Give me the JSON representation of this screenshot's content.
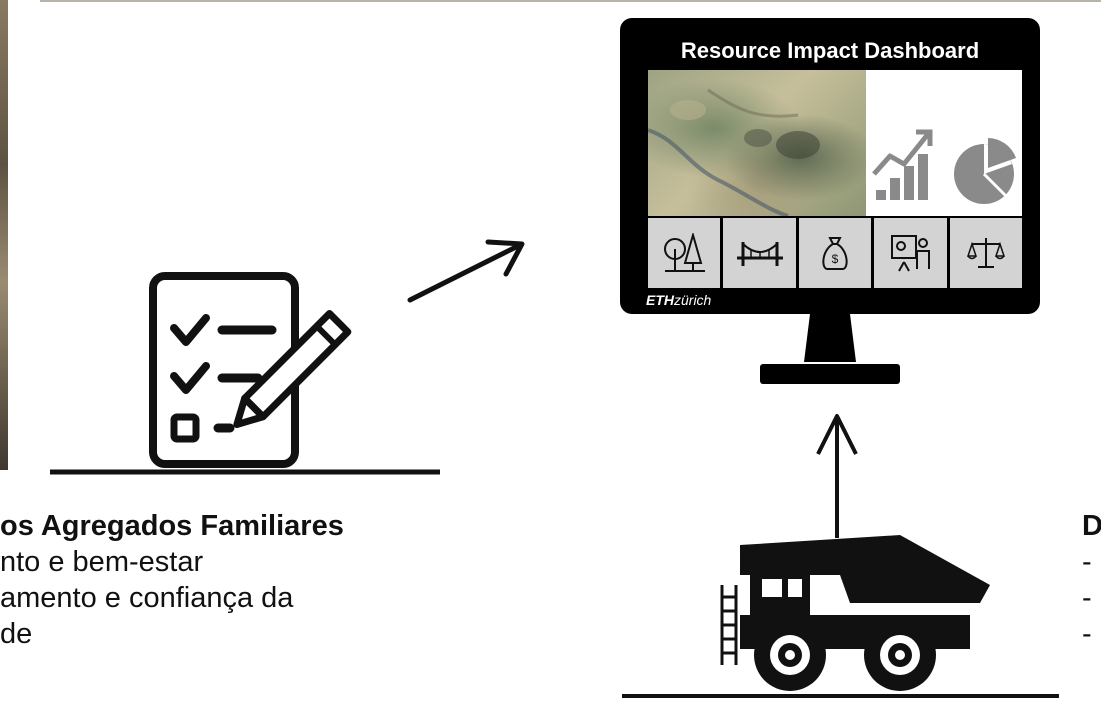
{
  "dashboard": {
    "title": "Resource Impact Dashboard",
    "logo_bold": "ETH",
    "logo_italic": "zürich",
    "icons": [
      "trees-icon",
      "bridge-icon",
      "money-bag-icon",
      "presentation-icon",
      "scales-icon"
    ],
    "chart_icons": [
      "bar-chart-up-icon",
      "pie-chart-icon"
    ]
  },
  "left_block": {
    "heading": "os Agregados Familiares",
    "lines": [
      "nto e bem-estar",
      "amento e confiança da",
      "de"
    ]
  },
  "right_block": {
    "heading": "D",
    "bullets": [
      "-",
      "-",
      "-"
    ]
  },
  "colors": {
    "ink": "#111111",
    "screen": "#000000",
    "icon_cell": "#d3d3d3",
    "chart_gray": "#8a8a8a"
  }
}
